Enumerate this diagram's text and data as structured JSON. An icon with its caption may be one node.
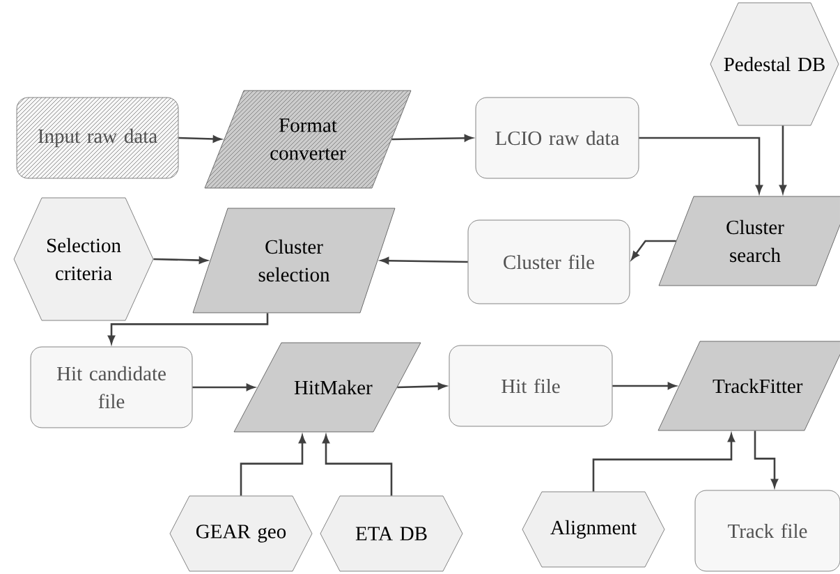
{
  "diagram": {
    "nodes": [
      {
        "text": [
          "Input raw data"
        ]
      },
      {
        "text": [
          "Format converter"
        ]
      },
      {
        "text": [
          "LCIO raw data"
        ]
      },
      {
        "text": [
          "Pedestal DB"
        ]
      },
      {
        "text": [
          "Cluster search"
        ]
      },
      {
        "text": [
          "Cluster file"
        ]
      },
      {
        "text": [
          "Cluster selection"
        ]
      },
      {
        "text": [
          "Selection criteria"
        ]
      },
      {
        "text": [
          "Hit candidate file"
        ]
      },
      {
        "text": [
          "HitMaker"
        ]
      },
      {
        "text": [
          "Hit file"
        ]
      },
      {
        "text": [
          "TrackFitter"
        ]
      },
      {
        "text": [
          "GEAR geo"
        ]
      },
      {
        "text": [
          "ETA DB"
        ]
      },
      {
        "text": [
          "Alignment"
        ]
      },
      {
        "text": [
          "Track file"
        ]
      }
    ],
    "edges": [
      {
        "from": 0,
        "to": 1,
        "arrow": "to"
      },
      {
        "from": 1,
        "to": 2,
        "arrow": "to"
      },
      {
        "from": 2,
        "to": 4,
        "arrow": "to"
      },
      {
        "from": 3,
        "to": 4,
        "arrow": "to"
      },
      {
        "from": 4,
        "to": 5,
        "arrow": "to"
      },
      {
        "from": 7,
        "to": 6,
        "arrow": "to"
      },
      {
        "from": 5,
        "to": 6,
        "arrow": "to"
      },
      {
        "from": 6,
        "to": 8,
        "arrow": "to"
      },
      {
        "from": 8,
        "to": 9,
        "arrow": "to"
      },
      {
        "from": 9,
        "to": 10,
        "arrow": "to"
      },
      {
        "from": 10,
        "to": 11,
        "arrow": "to"
      },
      {
        "from": 12,
        "to": 9,
        "arrow": "to"
      },
      {
        "from": 13,
        "to": 9,
        "arrow": "to"
      },
      {
        "from": 14,
        "to": 11,
        "arrow": "to"
      },
      {
        "from": 11,
        "to": 15,
        "arrow": "to"
      }
    ]
  }
}
